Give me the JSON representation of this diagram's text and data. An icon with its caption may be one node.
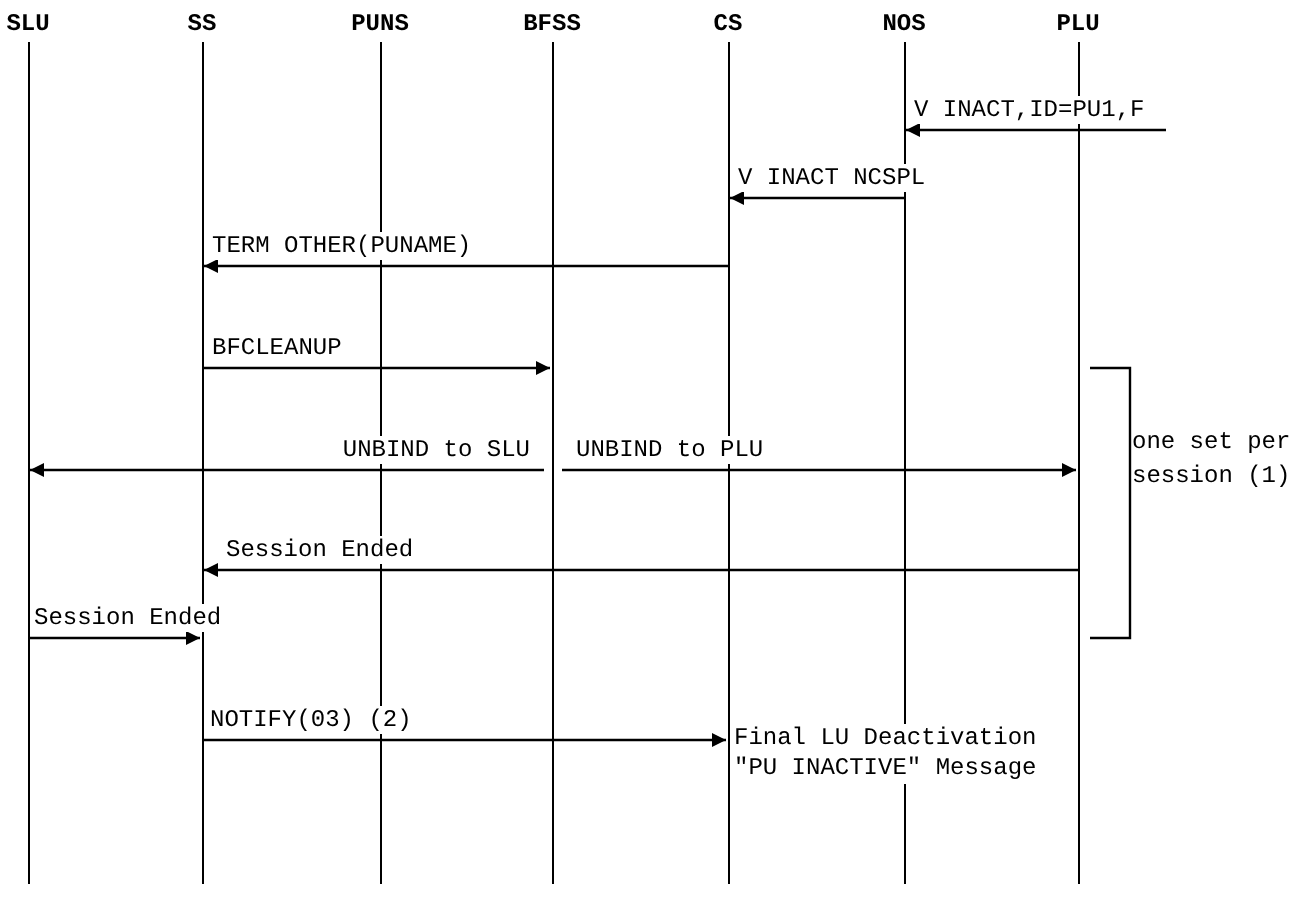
{
  "diagram": {
    "nodes": [
      {
        "text": [
          "SLU"
        ]
      },
      {
        "text": [
          "SS"
        ]
      },
      {
        "text": [
          "PUNS"
        ]
      },
      {
        "text": [
          "BFSS"
        ]
      },
      {
        "text": [
          "CS"
        ]
      },
      {
        "text": [
          "NOS"
        ]
      },
      {
        "text": [
          "PLU"
        ]
      }
    ],
    "edges": [
      {
        "from": null,
        "to": 5,
        "arrow": "to",
        "label": "V INACT,ID=PU1,F"
      },
      {
        "from": 5,
        "to": 4,
        "arrow": "to",
        "label": "V INACT NCSPL"
      },
      {
        "from": 4,
        "to": 1,
        "arrow": "to",
        "label": "TERM OTHER(PUNAME)"
      },
      {
        "from": 1,
        "to": 3,
        "arrow": "to",
        "label": "BFCLEANUP"
      },
      {
        "from": 3,
        "to": 0,
        "arrow": "to",
        "label": "UNBIND to SLU"
      },
      {
        "from": 3,
        "to": 6,
        "arrow": "to",
        "label": "UNBIND to PLU"
      },
      {
        "from": 6,
        "to": 1,
        "arrow": "to",
        "label": "Session Ended"
      },
      {
        "from": 0,
        "to": 1,
        "arrow": "to",
        "label": "Session Ended"
      },
      {
        "from": 1,
        "to": 4,
        "arrow": "to",
        "label": "NOTIFY(03) (2)"
      }
    ],
    "labels": [
      "one set per session (1)",
      "Final LU Deactivation \"PU INACTIVE\" Message"
    ]
  }
}
